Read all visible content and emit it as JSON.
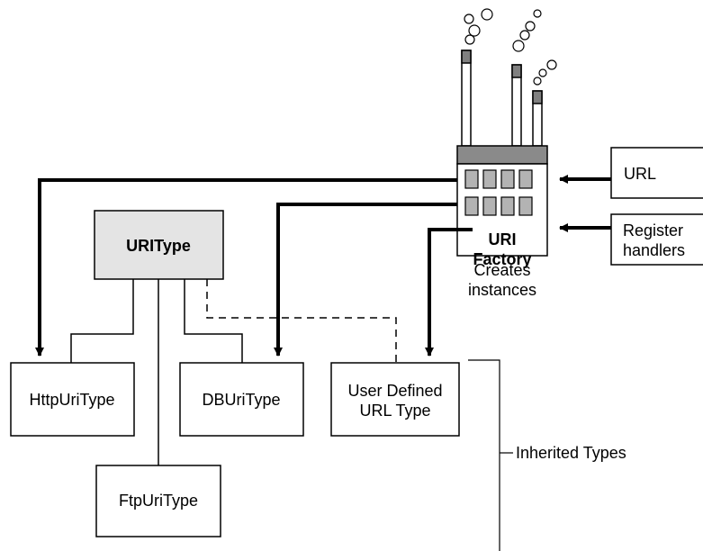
{
  "uritype": {
    "label": "URIType"
  },
  "subtypes": {
    "http": "HttpUriType",
    "db": "DBUriType",
    "ftp": "FtpUriType",
    "user_line1": "User Defined",
    "user_line2": "URL Type"
  },
  "factory": {
    "line1": "URI",
    "line2": "Factory",
    "caption_line1": "Creates",
    "caption_line2": "instances"
  },
  "inputs": {
    "url": "URL",
    "register_line1": "Register",
    "register_line2": "handlers"
  },
  "bracket_label": "Inherited Types",
  "colors": {
    "uritype_fill": "#e4e4e4",
    "factory_roof": "#8a8a8a",
    "box_fill": "#ffffff",
    "stroke": "#000000"
  }
}
